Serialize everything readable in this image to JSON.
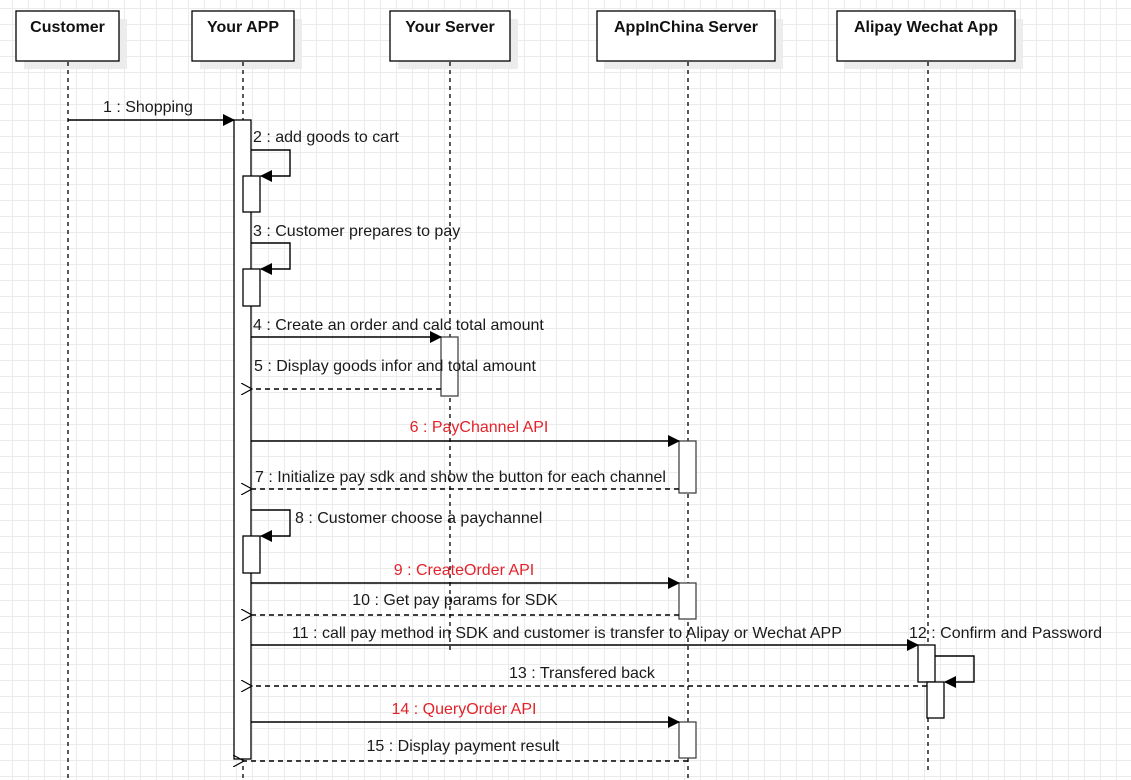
{
  "diagram": {
    "type": "sequence",
    "accent_red": "#e3232b",
    "participants": [
      {
        "id": "customer",
        "label": "Customer"
      },
      {
        "id": "app",
        "label": "Your APP"
      },
      {
        "id": "server",
        "label": "Your Server"
      },
      {
        "id": "aic",
        "label": "AppInChina Server"
      },
      {
        "id": "pay",
        "label": "Alipay Wechat App"
      }
    ],
    "messages": [
      {
        "n": 1,
        "label": "1 : Shopping",
        "from": "customer",
        "to": "app",
        "kind": "sync",
        "highlight": false
      },
      {
        "n": 2,
        "label": "2 : add goods to cart",
        "from": "app",
        "to": "app",
        "kind": "self",
        "highlight": false
      },
      {
        "n": 3,
        "label": "3 : Customer prepares to pay",
        "from": "app",
        "to": "app",
        "kind": "self",
        "highlight": false
      },
      {
        "n": 4,
        "label": "4 : Create an order and calc total amount",
        "from": "app",
        "to": "server",
        "kind": "sync",
        "highlight": false
      },
      {
        "n": 5,
        "label": "5 : Display goods infor and total amount",
        "from": "server",
        "to": "app",
        "kind": "return",
        "highlight": false
      },
      {
        "n": 6,
        "label": "6 : PayChannel API",
        "from": "app",
        "to": "aic",
        "kind": "sync",
        "highlight": true
      },
      {
        "n": 7,
        "label": "7 : Initialize pay sdk and show the button for each channel",
        "from": "aic",
        "to": "app",
        "kind": "return",
        "highlight": false
      },
      {
        "n": 8,
        "label": "8 : Customer choose a paychannel",
        "from": "app",
        "to": "app",
        "kind": "self",
        "highlight": false
      },
      {
        "n": 9,
        "label": "9 : CreateOrder API",
        "from": "app",
        "to": "aic",
        "kind": "sync",
        "highlight": true
      },
      {
        "n": 10,
        "label": "10 : Get pay params for SDK",
        "from": "aic",
        "to": "app",
        "kind": "return",
        "highlight": false
      },
      {
        "n": 11,
        "label": "11 : call pay method in SDK and customer is transfer to Alipay or Wechat APP",
        "from": "app",
        "to": "pay",
        "kind": "sync",
        "highlight": false
      },
      {
        "n": 12,
        "label": "12 : Confirm and Password",
        "from": "pay",
        "to": "pay",
        "kind": "self",
        "highlight": false
      },
      {
        "n": 13,
        "label": "13 : Transfered back",
        "from": "pay",
        "to": "app",
        "kind": "return",
        "highlight": false
      },
      {
        "n": 14,
        "label": "14 : QueryOrder API",
        "from": "app",
        "to": "aic",
        "kind": "sync",
        "highlight": true
      },
      {
        "n": 15,
        "label": "15 : Display payment result",
        "from": "aic",
        "to": "app",
        "kind": "return",
        "highlight": false
      }
    ]
  }
}
